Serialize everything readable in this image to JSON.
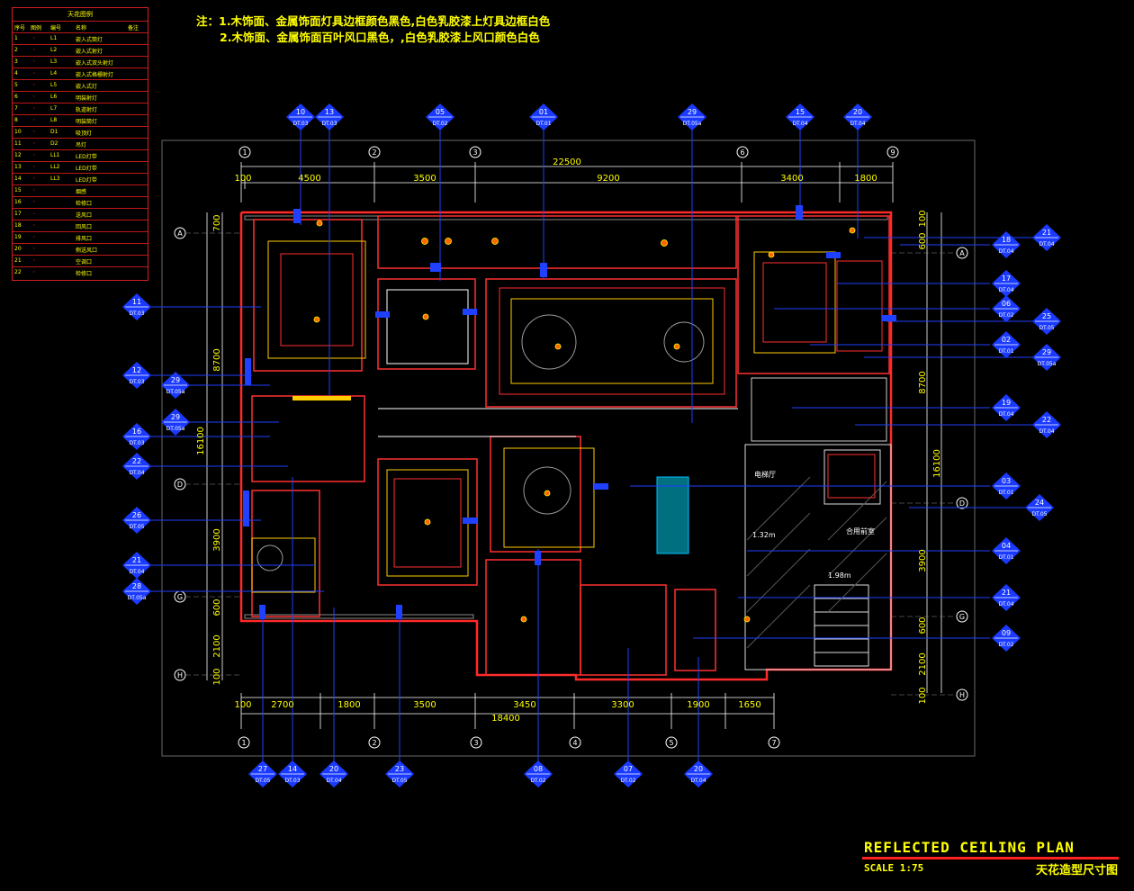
{
  "notes": {
    "line1": "注：1.木饰面、金属饰面灯具边框颜色黑色,白色乳胶漆上灯具边框白色",
    "line2": "2.木饰面、金属饰面百叶风口黑色，,白色乳胶漆上风口颜色白色"
  },
  "legend": {
    "title": "天花图例",
    "header": [
      "序号",
      "图例",
      "编号",
      "名称",
      "备注"
    ],
    "rows": [
      {
        "no": "1",
        "code": "L1",
        "name": "嵌入式筒灯"
      },
      {
        "no": "2",
        "code": "L2",
        "name": "嵌入式射灯"
      },
      {
        "no": "3",
        "code": "L3",
        "name": "嵌入式双头射灯"
      },
      {
        "no": "4",
        "code": "L4",
        "name": "嵌入式格栅射灯"
      },
      {
        "no": "5",
        "code": "L5",
        "name": "嵌入式灯"
      },
      {
        "no": "6",
        "code": "L6",
        "name": "明装射灯"
      },
      {
        "no": "7",
        "code": "L7",
        "name": "轨道射灯"
      },
      {
        "no": "8",
        "code": "L8",
        "name": "明装筒灯"
      },
      {
        "no": "10",
        "code": "D1",
        "name": "吸顶灯"
      },
      {
        "no": "11",
        "code": "D2",
        "name": "吊灯"
      },
      {
        "no": "12",
        "code": "LL1",
        "name": "LED灯带"
      },
      {
        "no": "13",
        "code": "LL2",
        "name": "LED灯带"
      },
      {
        "no": "14",
        "code": "LL3",
        "name": "LED灯带"
      },
      {
        "no": "15",
        "code": "",
        "name": "烟感"
      },
      {
        "no": "16",
        "code": "",
        "name": "检修口"
      },
      {
        "no": "17",
        "code": "",
        "name": "送风口"
      },
      {
        "no": "18",
        "code": "",
        "name": "回风口"
      },
      {
        "no": "19",
        "code": "",
        "name": "排风口"
      },
      {
        "no": "20",
        "code": "",
        "name": "侧送风口"
      },
      {
        "no": "21",
        "code": "",
        "name": "空调口"
      },
      {
        "no": "22",
        "code": "",
        "name": "检修口"
      }
    ]
  },
  "grid": {
    "top_axes": [
      "1",
      "2",
      "3",
      "6",
      "9"
    ],
    "bottom_axes": [
      "1",
      "2",
      "3",
      "4",
      "5",
      "7"
    ],
    "left_axes": [
      "A",
      "D",
      "G",
      "H"
    ],
    "right_axes": [
      "A",
      "D",
      "G",
      "H"
    ]
  },
  "dimensions": {
    "top_total": "22500",
    "top_segments": [
      "100",
      "4500",
      "3500",
      "9200",
      "3400",
      "1800"
    ],
    "bottom_total": "18400",
    "bottom_segments": [
      "100",
      "2700",
      "1800",
      "3500",
      "3450",
      "3300",
      "1900",
      "1650"
    ],
    "left_total": "16100",
    "left_segments": [
      "700",
      "8700",
      "3900",
      "600",
      "2100",
      "100"
    ],
    "right_total": "16100",
    "right_segments": [
      "100",
      "600",
      "8700",
      "3900",
      "600",
      "2100",
      "100"
    ]
  },
  "callouts": {
    "top": [
      {
        "num": "10",
        "ref": "DT.03"
      },
      {
        "num": "13",
        "ref": "DT.03"
      },
      {
        "num": "05",
        "ref": "DT.02"
      },
      {
        "num": "01",
        "ref": "DT.01"
      },
      {
        "num": "29",
        "ref": "DT.05a"
      },
      {
        "num": "15",
        "ref": "DT.04"
      },
      {
        "num": "20",
        "ref": "DT.04"
      }
    ],
    "bottom": [
      {
        "num": "27",
        "ref": "DT.05"
      },
      {
        "num": "14",
        "ref": "DT.03"
      },
      {
        "num": "20",
        "ref": "DT.04"
      },
      {
        "num": "23",
        "ref": "DT.05"
      },
      {
        "num": "08",
        "ref": "DT.02"
      },
      {
        "num": "07",
        "ref": "DT.02"
      },
      {
        "num": "20",
        "ref": "DT.04"
      }
    ],
    "left": [
      {
        "num": "11",
        "ref": "DT.03"
      },
      {
        "num": "12",
        "ref": "DT.03"
      },
      {
        "num": "29",
        "ref": "DT.05a"
      },
      {
        "num": "29",
        "ref": "DT.05a"
      },
      {
        "num": "16",
        "ref": "DT.03"
      },
      {
        "num": "22",
        "ref": "DT.04"
      },
      {
        "num": "26",
        "ref": "DT.05"
      },
      {
        "num": "21",
        "ref": "DT.04"
      },
      {
        "num": "28",
        "ref": "DT.05a"
      }
    ],
    "right": [
      {
        "num": "18",
        "ref": "DT.04"
      },
      {
        "num": "21",
        "ref": "DT.04"
      },
      {
        "num": "17",
        "ref": "DT.04"
      },
      {
        "num": "06",
        "ref": "DT.02"
      },
      {
        "num": "25",
        "ref": "DT.05"
      },
      {
        "num": "02",
        "ref": "DT.01"
      },
      {
        "num": "29",
        "ref": "DT.05a"
      },
      {
        "num": "19",
        "ref": "DT.04"
      },
      {
        "num": "22",
        "ref": "DT.04"
      },
      {
        "num": "03",
        "ref": "DT.01"
      },
      {
        "num": "24",
        "ref": "DT.05"
      },
      {
        "num": "04",
        "ref": "DT.01"
      },
      {
        "num": "21",
        "ref": "DT.04"
      },
      {
        "num": "09",
        "ref": "DT.02"
      }
    ]
  },
  "room_labels": [
    "电梯厅",
    "合用前室",
    "1.32m",
    "1.98m"
  ],
  "title": {
    "main": "REFLECTED CEILING PLAN",
    "scale": "SCALE 1:75",
    "cn": "天花造型尺寸图"
  },
  "colors": {
    "background": "#000000",
    "text": "#ffff00",
    "callout": "#2040ff",
    "wall": "#ff3030",
    "frame": "#808080"
  }
}
